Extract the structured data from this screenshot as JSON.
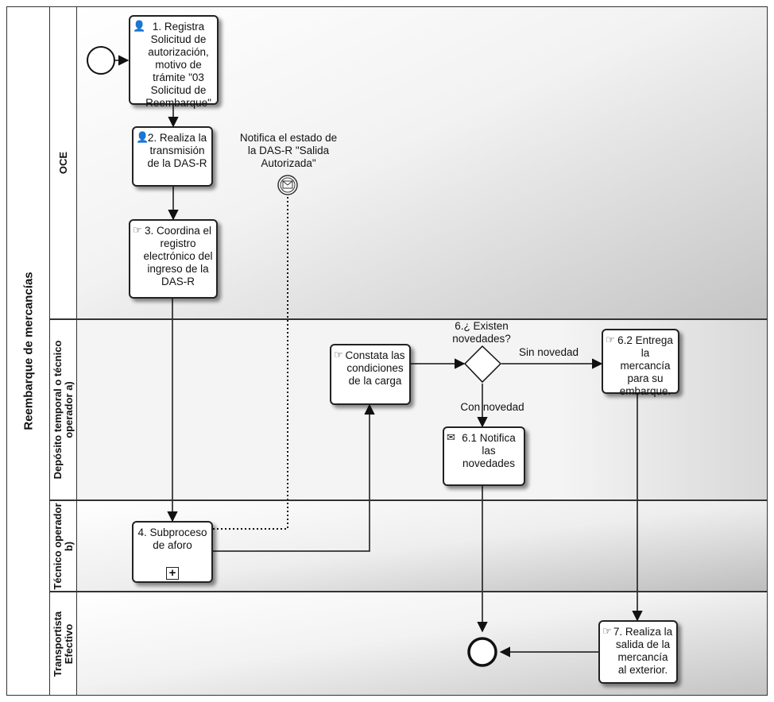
{
  "pool": {
    "label": "Reembarque de mercancías"
  },
  "lanes": [
    {
      "label": "OCE"
    },
    {
      "label": "Depósito temporal o técnico operador a)"
    },
    {
      "label": "Técnico operador b)"
    },
    {
      "label": "Transportista Efectivo"
    }
  ],
  "tasks": {
    "t1": "1. Registra Solicitud de autorización, motivo de trámite \"03 Solicitud de Reembarque\"",
    "t2": "2. Realiza la transmisión de la DAS-R",
    "t3": "3. Coordina el registro electrónico del ingreso de la DAS-R",
    "t4": "4. Subproceso de aforo",
    "t5": "Constata las condiciones de la carga",
    "t61": "6.1 Notifica las novedades",
    "t62": "6.2 Entrega la mercancía para su embarque.",
    "t7": "7. Realiza la salida de la mercancía al exterior."
  },
  "gateway": {
    "label": "6.¿ Existen novedades?"
  },
  "flows": {
    "sin": "Sin novedad",
    "con": "Con novedad"
  },
  "event": {
    "label": "Notifica el estado de la DAS-R \"Salida Autorizada\""
  },
  "icons": {
    "user": "user-icon",
    "manual": "manual-task-icon",
    "message": "message-icon",
    "plus": "subprocess-plus-icon"
  }
}
